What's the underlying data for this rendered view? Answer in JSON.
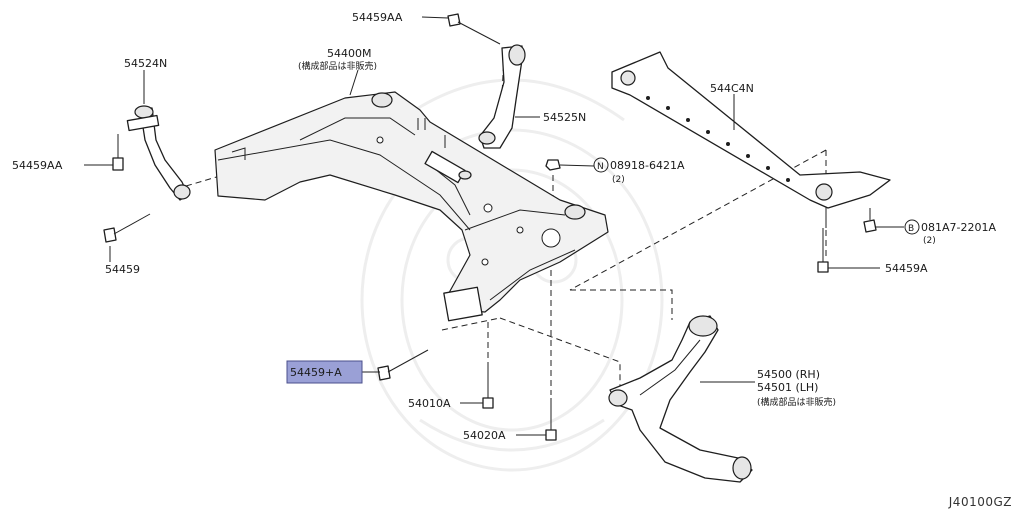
{
  "diagram_id": "J40100GZ",
  "labels": {
    "bolt_54459AA_top": "54459AA",
    "member_54400M": "54400M",
    "member_note": "(構成部品は非販売)",
    "link_54524N": "54524N",
    "bolt_54459AA_left": "54459AA",
    "bolt_54459": "54459",
    "link_54525N": "54525N",
    "stay_544C4N": "544C4N",
    "nut_N_code": "08918-6421A",
    "nut_N_qty": "(2)",
    "bolt_B_code": "081A7-2201A",
    "bolt_B_qty": "(2)",
    "bolt_54459A": "54459A",
    "bolt_54459plusA": "54459+A",
    "bolt_54010A": "54010A",
    "bolt_54020A": "54020A",
    "arm_54500": "54500 (RH)",
    "arm_54501": "54501 (LH)",
    "arm_note": "(構成部品は非販売)"
  },
  "symbols": {
    "nut_letter": "N",
    "bolt_letter": "B"
  },
  "colors": {
    "highlight": "#9aa0d6",
    "ink": "#1e1e1e",
    "watermark": "#eeeeee"
  }
}
